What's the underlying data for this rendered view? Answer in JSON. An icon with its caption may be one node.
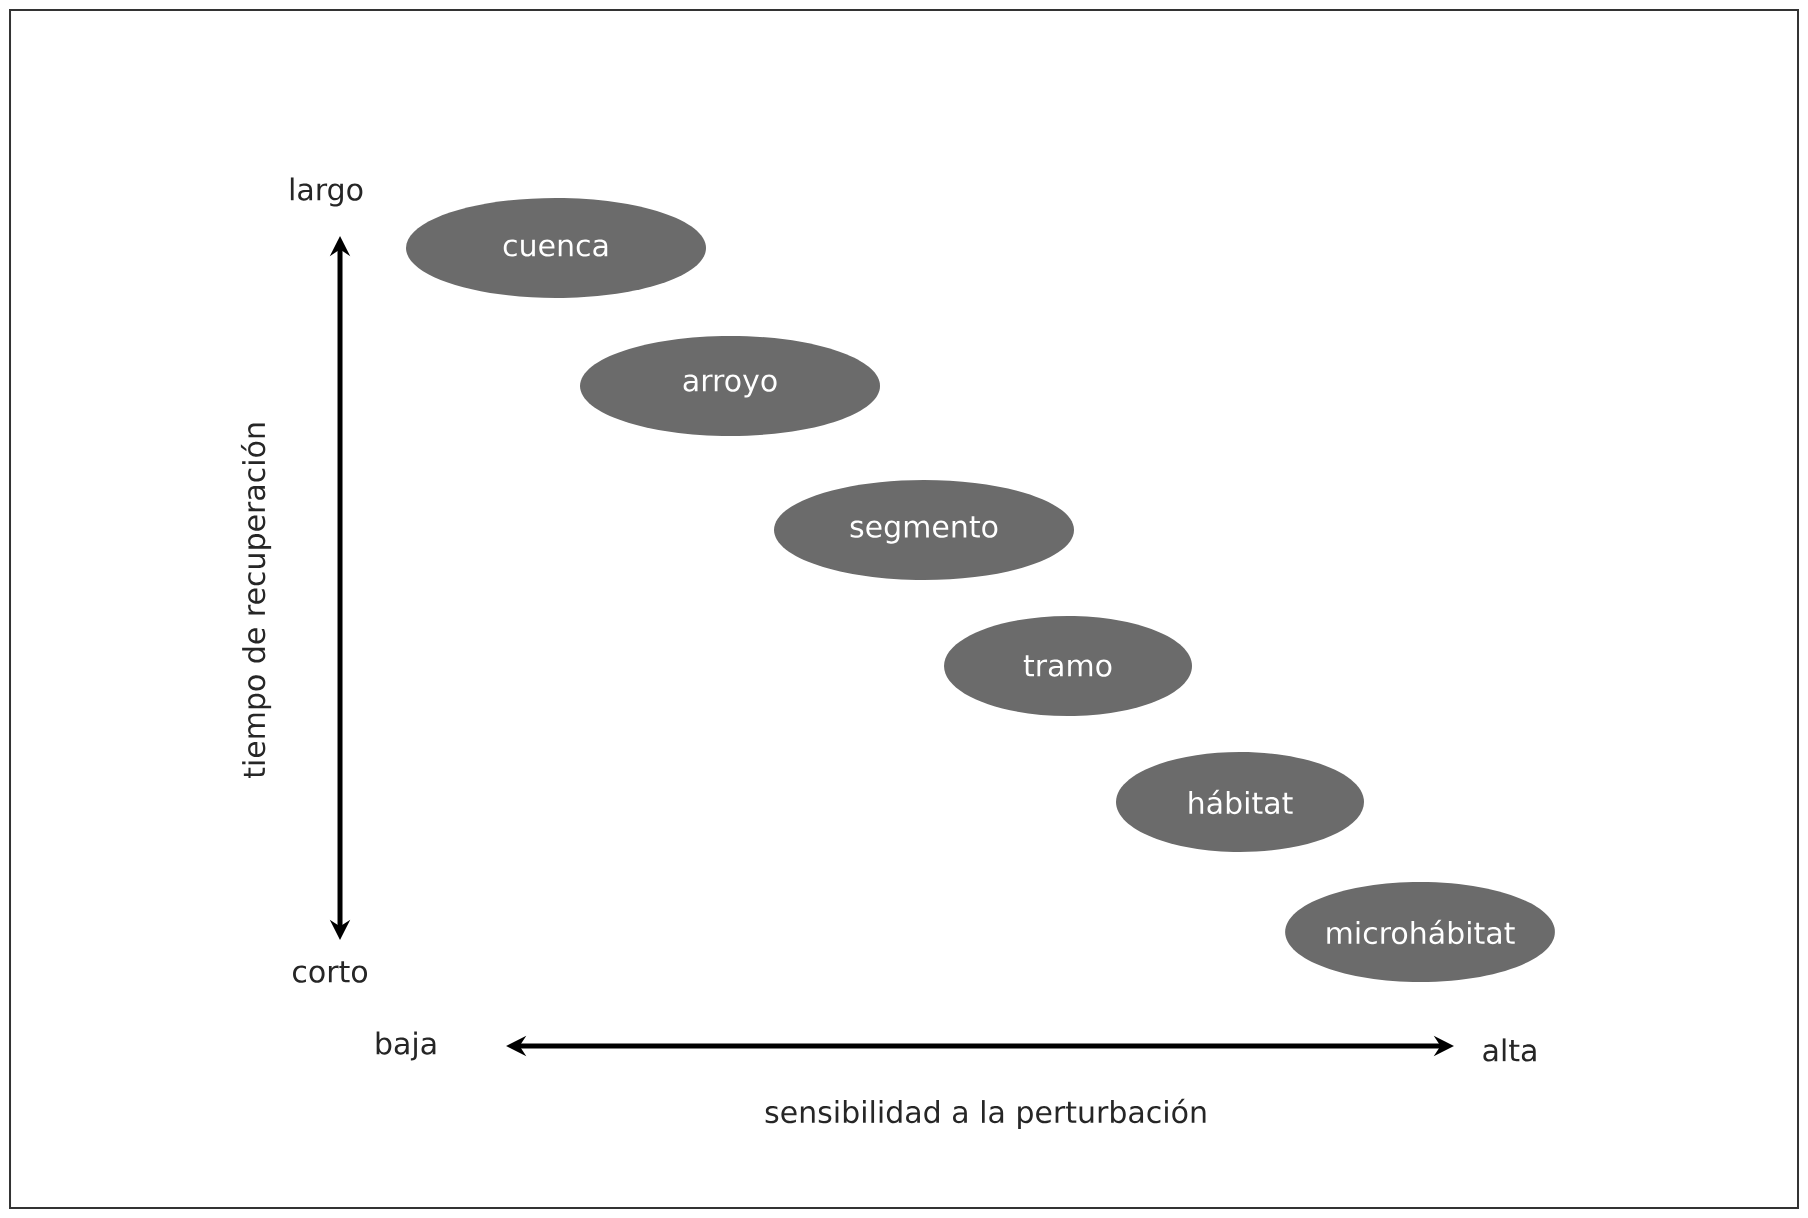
{
  "diagram": {
    "nodes": [
      {
        "text": [
          "cuenca"
        ]
      },
      {
        "text": [
          "arroyo"
        ]
      },
      {
        "text": [
          "segmento"
        ]
      },
      {
        "text": [
          "tramo"
        ]
      },
      {
        "text": [
          "hábitat"
        ]
      },
      {
        "text": [
          "microhábitat"
        ]
      }
    ],
    "labels": [
      "largo",
      "tiempo de recuperación",
      "corto",
      "baja",
      "alta",
      "sensibilidad a la perturbación"
    ]
  }
}
